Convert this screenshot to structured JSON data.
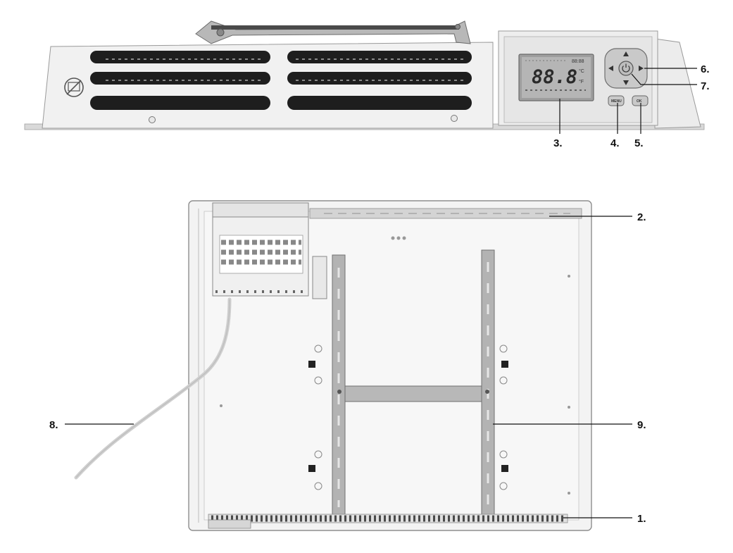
{
  "top_view": {
    "display": {
      "digits": "88.8",
      "unit_c": "°C",
      "unit_f": "°F",
      "time": "88:88"
    },
    "menu_button": "MENU",
    "ok_button": "OK"
  },
  "callouts": {
    "c1": "1.",
    "c2": "2.",
    "c3": "3.",
    "c4": "4.",
    "c5": "5.",
    "c6": "6.",
    "c7": "7.",
    "c8": "8.",
    "c9": "9."
  }
}
